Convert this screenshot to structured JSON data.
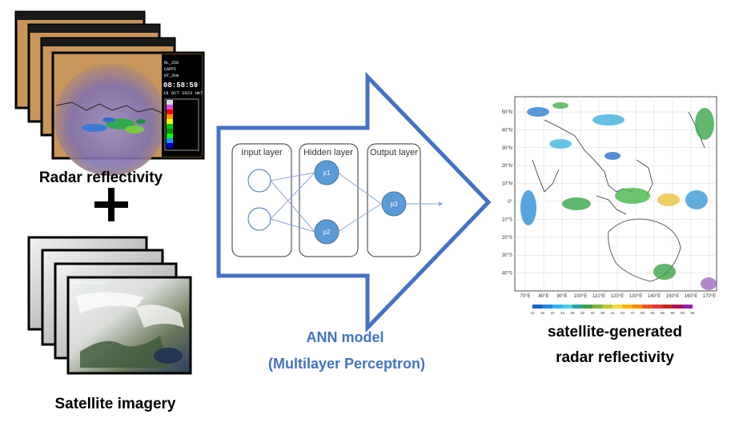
{
  "labels": {
    "radar": "Radar reflectivity",
    "plus": "+",
    "satellite": "Satellite imagery",
    "ann_line1": "ANN model",
    "ann_line2": "(Multilayer Perceptron)",
    "output_line1": "satellite-generated",
    "output_line2": "radar reflectivity"
  },
  "network": {
    "input_title": "Input layer",
    "hidden_title": "Hidden layer",
    "output_title": "Output layer",
    "nodes": {
      "p1": "p1",
      "p2": "p2",
      "p3": "p3"
    }
  },
  "radar_panel": {
    "time": "08:58:59",
    "date": "18 OCT 2023 HKT"
  },
  "satellite_panel": {
    "timestamp": "2023-12-14 08:00 HKT"
  },
  "map": {
    "lat_ticks": [
      "50°N",
      "40°N",
      "30°N",
      "20°N",
      "10°N",
      "0°",
      "10°S",
      "20°S",
      "30°S",
      "40°S"
    ],
    "lon_ticks": [
      "70°E",
      "80°E",
      "90°E",
      "100°E",
      "110°E",
      "120°E",
      "130°E",
      "140°E",
      "150°E",
      "160°E",
      "170°E"
    ],
    "colorbar_ticks": [
      "10",
      "15",
      "20",
      "24",
      "28",
      "32",
      "34",
      "38",
      "41",
      "44",
      "47",
      "50",
      "53",
      "56",
      "58",
      "60",
      "65"
    ]
  },
  "colors": {
    "accent_blue": "#4472C4",
    "node_fill": "#5B9BD5",
    "radar_land": "#C8965A",
    "radar_sea": "#8A7FB8"
  }
}
